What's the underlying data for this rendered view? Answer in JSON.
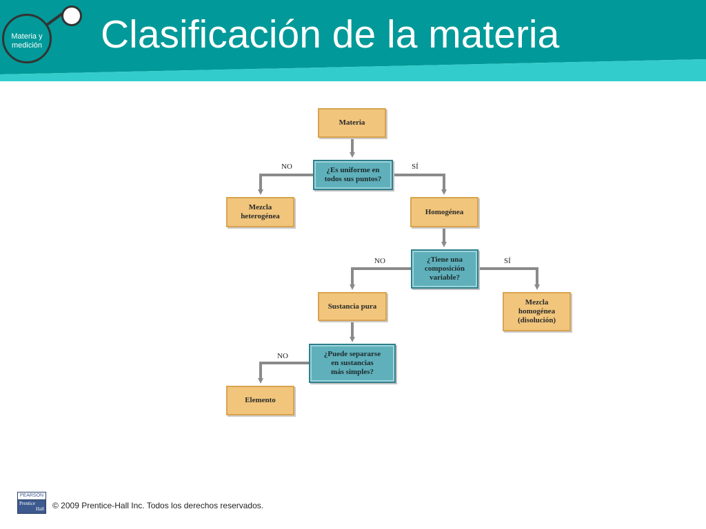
{
  "header": {
    "title": "Clasificación de la materia",
    "badge_line1": "Materia y",
    "badge_line2": "medición",
    "colors": {
      "teal_dark": "#019999",
      "teal_light": "#33cccc"
    }
  },
  "diagram": {
    "nodes": {
      "materia": "Materia",
      "q_uniforme": [
        "¿Es uniforme en",
        "todos sus puntos?"
      ],
      "mezcla_het": [
        "Mezcla",
        "heterogénea"
      ],
      "homogenea": "Homogénea",
      "q_composicion": [
        "¿Tiene una",
        "composición",
        "variable?"
      ],
      "sustancia_pura": "Sustancia pura",
      "mezcla_hom": [
        "Mezcla",
        "homogénea",
        "(disolución)"
      ],
      "q_separarse": [
        "¿Puede separarse",
        "en sustancias",
        "más simples?"
      ],
      "elemento": "Elemento"
    },
    "edge_labels": {
      "no_1": "NO",
      "si_1": "SÍ",
      "no_2": "NO",
      "si_2": "SÍ",
      "no_3": "NO"
    }
  },
  "footer": {
    "copyright": "© 2009 Prentice-Hall Inc.  Todos los derechos reservados.",
    "logo_top": "PEARSON",
    "logo_line1": "Prentice",
    "logo_line2": "Hall"
  }
}
